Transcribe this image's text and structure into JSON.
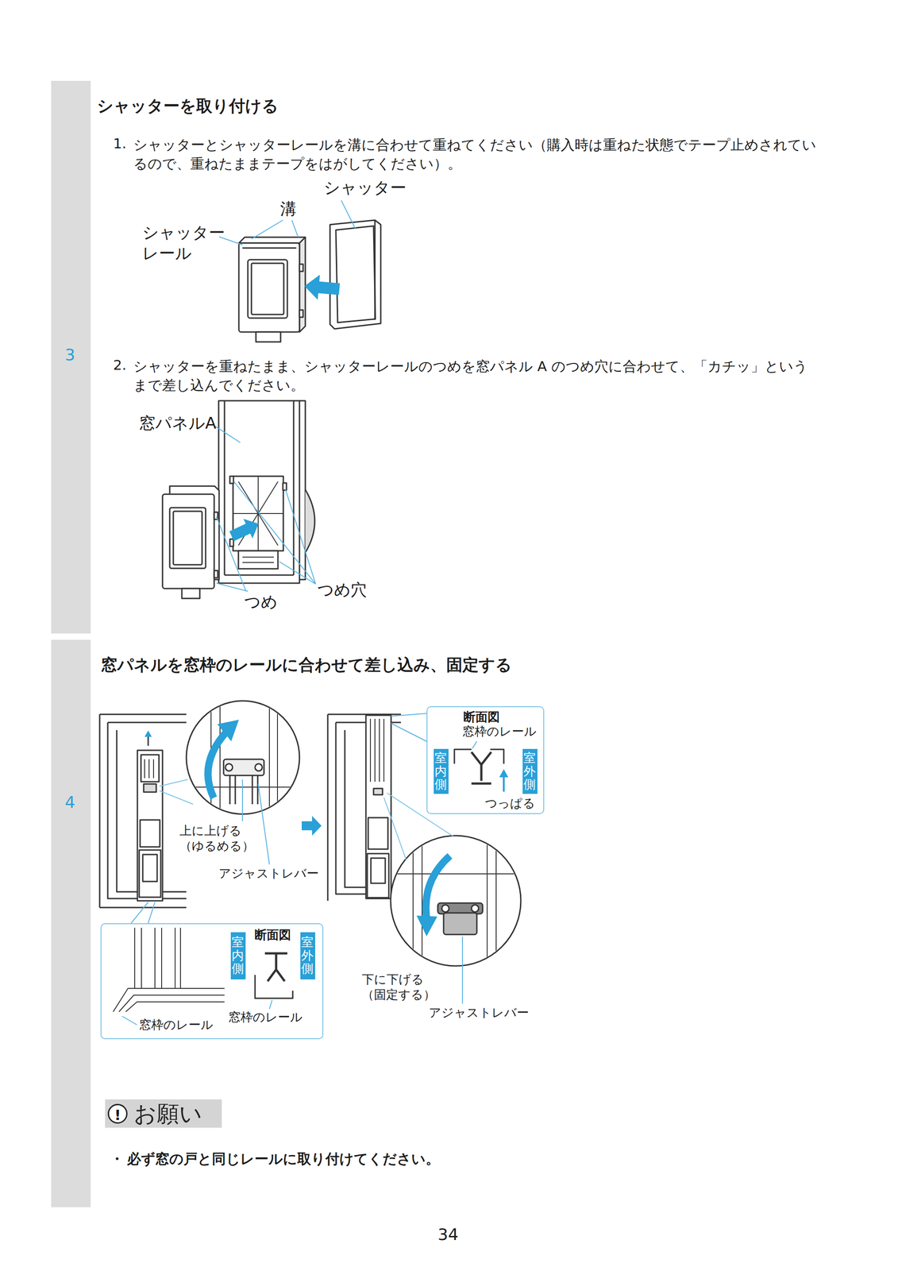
{
  "diagram": {
    "nodes": [
      {
        "text": [
          "3"
        ]
      },
      {
        "text": [
          "4"
        ]
      },
      {
        "text": [
          "断面図",
          "窓枠のレール",
          "つっぱる"
        ]
      },
      {
        "text": [
          "室内側"
        ],
        "in": 2
      },
      {
        "text": [
          "室外側"
        ],
        "in": 2
      },
      {
        "text": [
          "断面図",
          "窓枠のレール",
          "窓枠のレール"
        ]
      },
      {
        "text": [
          "室内側"
        ],
        "in": 5
      },
      {
        "text": [
          "室外側"
        ],
        "in": 5
      },
      {
        "text": [
          "!",
          "お願い"
        ]
      }
    ],
    "labels": [
      "シャッターを取り付ける",
      "1.",
      "シャッターとシャッターレールを溝に合わせて重ねてください（購入時は重ねた状態でテープ止めされているので、重ねたままテープをはがしてください）。",
      "シャッター",
      "溝",
      "シャッター レール",
      "2.",
      "シャッターを重ねたまま、シャッターレールのつめを窓パネル A のつめ穴に合わせて、「カチッ」というまで差し込んでください。",
      "窓パネルA",
      "つめ",
      "つめ穴",
      "窓パネルを窓枠のレールに合わせて差し込み、固定する",
      "上に上げる （ゆるめる）",
      "アジャストレバー",
      "下に下げる （固定する）",
      "アジャストレバー",
      "・",
      "必ず窓の戸と同じレールに取り付けてください。",
      "34"
    ]
  }
}
